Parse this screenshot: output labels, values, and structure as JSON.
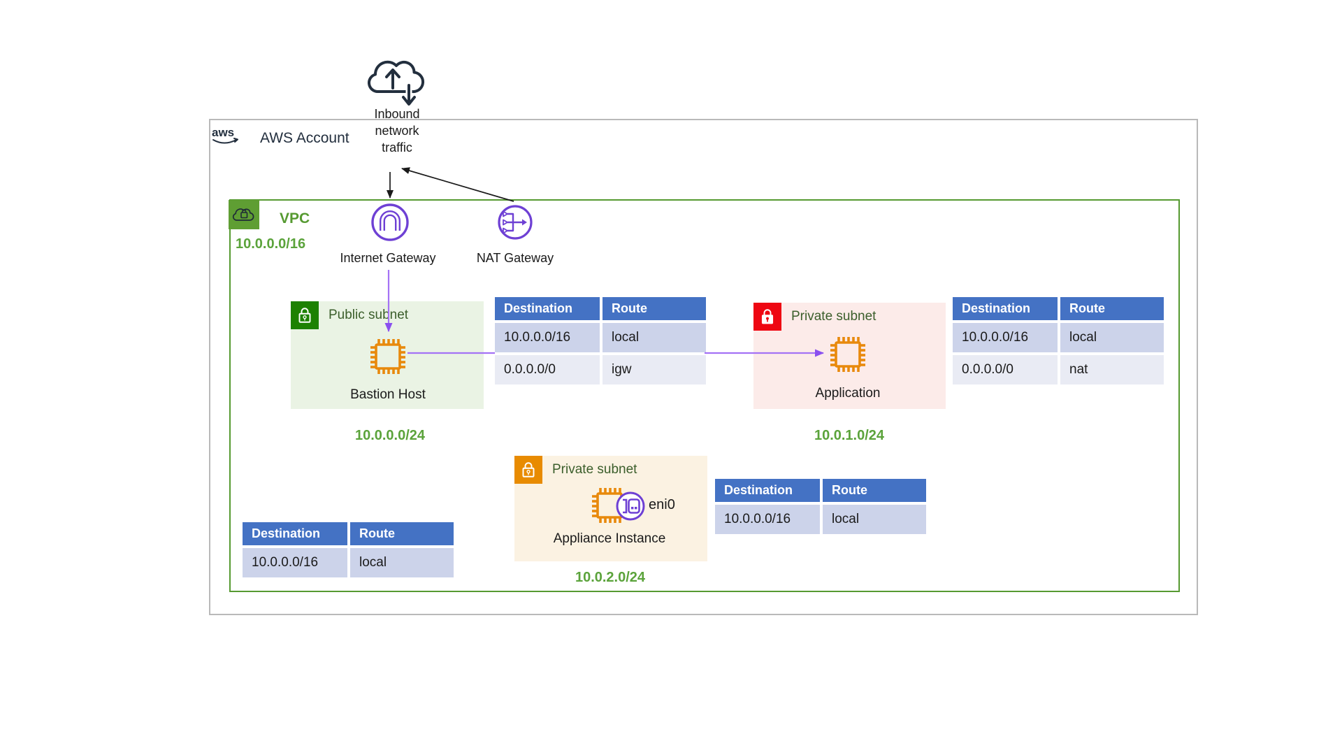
{
  "colors": {
    "border-gray": "#b9b9b9",
    "vpc-green": "#569a31",
    "vpc-icon-green": "#5f9e33",
    "green-text": "#5ba33b",
    "navy": "#232f3e",
    "text": "#1a1a1a",
    "gw-purple": "#6e40d4",
    "conn-purple": "#a472f5",
    "conn-arrow": "#8a4fef",
    "chip-orange": "#e8890c",
    "public-bg": "#eaf3e4",
    "public-icon": "#1d8102",
    "private-bg": "#fcebe9",
    "private-icon": "#ee0712",
    "appliance-bg": "#fbf2e2",
    "appliance-icon": "#e88b01",
    "table-header": "#4472c4",
    "row-dark": "#ccd3ea",
    "row-light": "#e9ebf4",
    "subnet-title": "#3b5e2b"
  },
  "account": {
    "logo": "aws",
    "title": "AWS Account"
  },
  "traffic": {
    "line1": "Inbound",
    "line2": "network",
    "line3": "traffic"
  },
  "vpc": {
    "label": "VPC",
    "cidr": "10.0.0.0/16"
  },
  "gateways": {
    "igw": "Internet Gateway",
    "nat": "NAT Gateway"
  },
  "subnets": {
    "public": {
      "label": "Public subnet",
      "instance": "Bastion Host",
      "cidr": "10.0.0.0/24"
    },
    "private_app": {
      "label": "Private subnet",
      "instance": "Application",
      "cidr": "10.0.1.0/24"
    },
    "appliance": {
      "label": "Private subnet",
      "instance": "Appliance Instance",
      "eni": "eni0",
      "cidr": "10.0.2.0/24"
    }
  },
  "route_tables": {
    "public": {
      "headers": [
        "Destination",
        "Route"
      ],
      "rows": [
        [
          "10.0.0.0/16",
          "local"
        ],
        [
          "0.0.0.0/0",
          "igw"
        ]
      ]
    },
    "private_app": {
      "headers": [
        "Destination",
        "Route"
      ],
      "rows": [
        [
          "10.0.0.0/16",
          "local"
        ],
        [
          "0.0.0.0/0",
          "nat"
        ]
      ]
    },
    "appliance_eni": {
      "headers": [
        "Destination",
        "Route"
      ],
      "rows": [
        [
          "10.0.0.0/16",
          "local"
        ]
      ]
    },
    "vpc_main": {
      "headers": [
        "Destination",
        "Route"
      ],
      "rows": [
        [
          "10.0.0.0/16",
          "local"
        ]
      ]
    }
  },
  "icons": {
    "traffic-cloud": "cloud-with-up-down-arrows",
    "aws-logo": "aws-smile",
    "vpc": "cloud-with-lock",
    "public-subnet": "padlock",
    "private-subnet": "padlock",
    "appliance-subnet": "padlock",
    "internet-gateway": "purple-circle-arch",
    "nat-gateway": "purple-circle-fanout-arrow",
    "instance": "orange-chip",
    "eni": "purple-circle-network-card"
  }
}
